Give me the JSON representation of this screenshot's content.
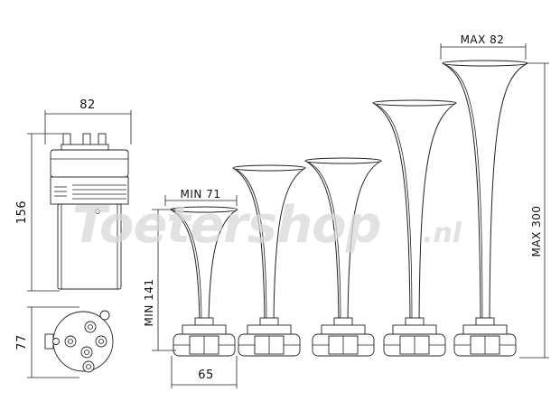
{
  "watermark": {
    "text": "Toetershop",
    "suffix": ".nl"
  },
  "compressor": {
    "width_label": "82",
    "height_label": "156",
    "base_label": "77"
  },
  "horns": {
    "min_width_label": "MIN 71",
    "min_height_label": "MIN 141",
    "base_width_label": "65",
    "max_width_label": "MAX 82",
    "max_height_label": "MAX 300",
    "count": 5
  },
  "colors": {
    "line": "#222222",
    "watermark": "#d9d9d9"
  }
}
